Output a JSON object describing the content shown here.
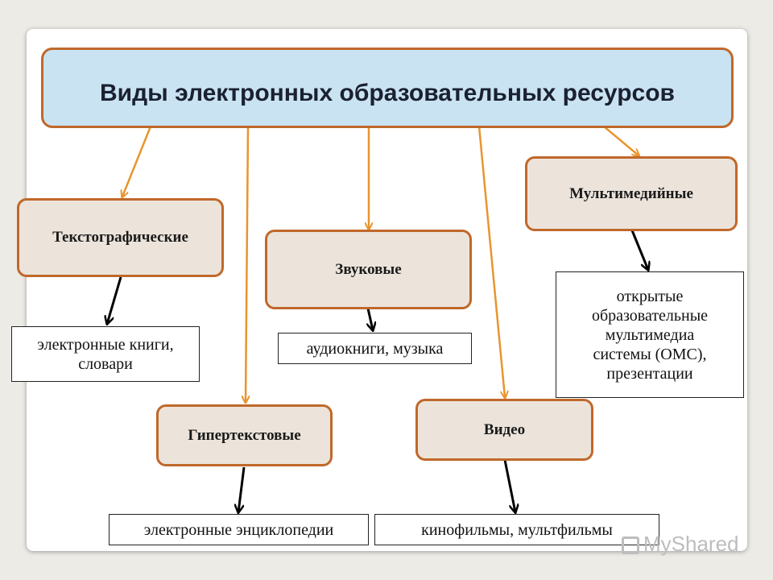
{
  "title": "Виды электронных образовательных ресурсов",
  "categories": {
    "textographic": "Текстографические",
    "sound": "Звуковые",
    "multimedia": "Мультимедийные",
    "hypertext": "Гипертекстовые",
    "video": "Видео"
  },
  "examples": {
    "textographic": "электронные книги,\nсловари",
    "sound": "аудиокниги, музыка",
    "multimedia": "открытые\nобразовательные\nмультимедиа\nсистемы (ОМС),\nпрезентации",
    "hypertext": "электронные энциклопедии",
    "video": "кинофильмы, мультфильмы"
  },
  "colors": {
    "accent": "#c0682a",
    "arrow_orange": "#e8952e",
    "title_fill": "#c9e3f3",
    "box_fill": "#ece4db"
  },
  "watermark": "MyShared"
}
